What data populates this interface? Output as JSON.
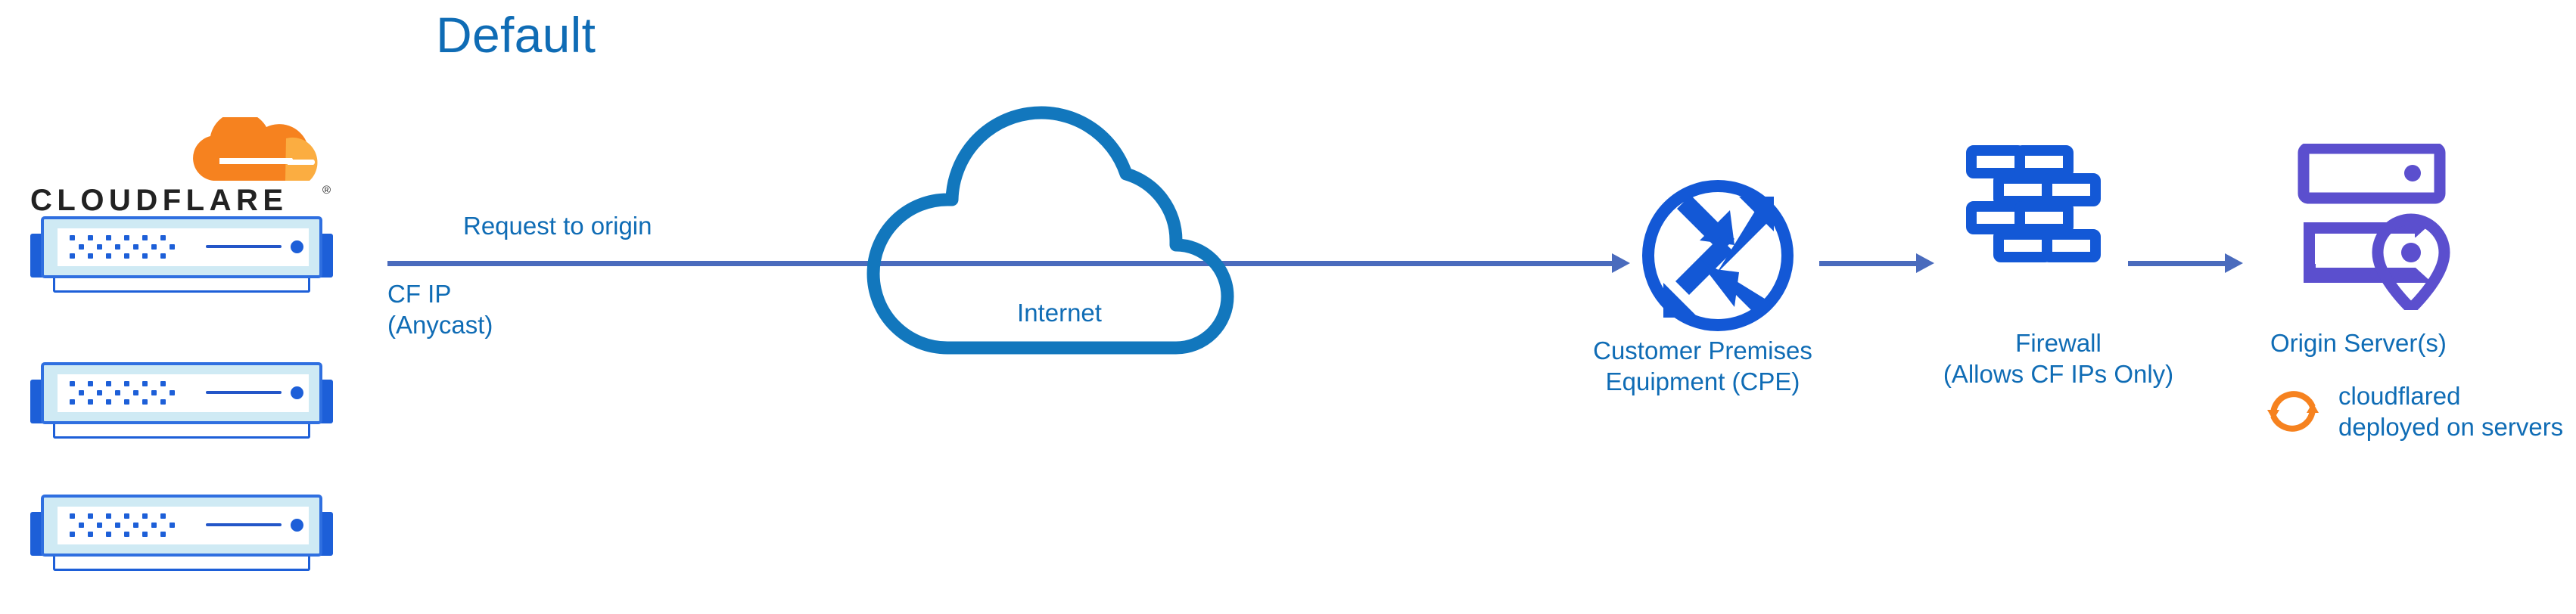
{
  "title": "Default",
  "colors": {
    "title_blue": "#0f6cb5",
    "label_blue": "#0f6cb5",
    "arrow_blue": "#4a6bbd",
    "icon_blue": "#1358d6",
    "cloud_blue": "#1277bd",
    "origin_purple": "#5b4fce",
    "cloudflare_orange": "#f6821f",
    "server_fill": "#cfeaf4"
  },
  "brand": {
    "name": "CLOUDFLARE",
    "registered_mark": "®",
    "logo_icon": "cloudflare-cloud-icon"
  },
  "left_stack": {
    "server_count": 3,
    "icon": "server-appliance-icon"
  },
  "flow": {
    "request_label": "Request to origin",
    "cf_ip_label": "CF IP\n(Anycast)"
  },
  "nodes": [
    {
      "id": "internet",
      "label": "Internet",
      "icon": "cloud-outline-icon"
    },
    {
      "id": "cpe",
      "label": "Customer Premises\nEquipment (CPE)",
      "icon": "router-arrows-circle-icon"
    },
    {
      "id": "firewall",
      "label": "Firewall\n(Allows CF IPs Only)",
      "icon": "brick-wall-icon"
    },
    {
      "id": "origin",
      "label": "Origin Server(s)",
      "icon": "server-rack-pin-icon"
    }
  ],
  "cloudflared": {
    "icon": "sync-arrows-icon",
    "note": "cloudflared\ndeployed on\nservers"
  }
}
